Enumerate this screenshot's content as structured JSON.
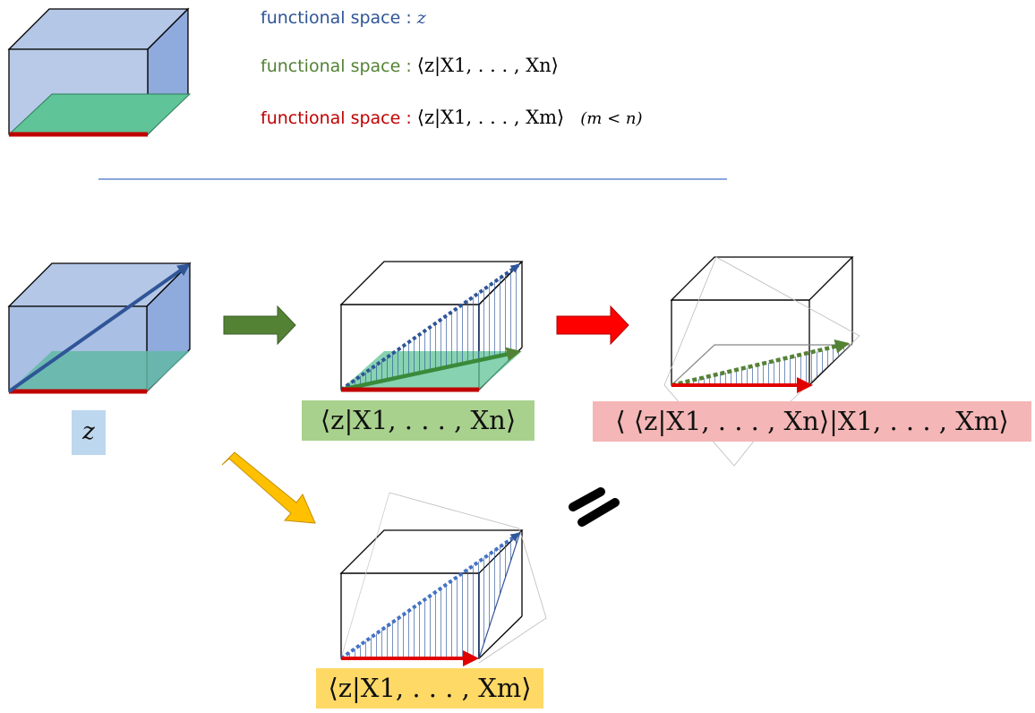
{
  "legend": {
    "prefix": "functional space : ",
    "items": [
      {
        "math": "z",
        "condition": "",
        "color": "#2F5597"
      },
      {
        "math": "⟨z|X1, . . . , Xn⟩",
        "condition": "",
        "color": "#548235"
      },
      {
        "math": "⟨z|X1, . . . , Xm⟩",
        "condition": "(m < n)",
        "color": "#C00000"
      }
    ]
  },
  "labels": {
    "z": "z",
    "green": "⟨z|X1, . . . , Xn⟩",
    "red": "⟨ ⟨z|X1, . . . , Xn⟩|X1, . . . , Xm⟩",
    "yellow": "⟨z|X1, . . . , Xm⟩",
    "equals_symbol": "="
  },
  "colors": {
    "cube_fill": "#B4C7E7",
    "cube_side": "#8FAADC",
    "plane_green": "#5FC497",
    "vector_blue": "#2F5597",
    "vector_red": "#E00000",
    "vector_green": "#548235",
    "arrow_green": "#548235",
    "arrow_red": "#FF0000",
    "arrow_yellow": "#FFC000",
    "label_bg_z": "#BDD7EE",
    "label_bg_green": "#A9D18E",
    "label_bg_red": "#F4B6B6",
    "label_bg_yellow": "#FFD966",
    "divider": "#4472C4"
  },
  "icons": {
    "green_arrow": "arrow-right-icon",
    "red_arrow": "arrow-right-icon",
    "yellow_arrow": "arrow-down-right-icon"
  }
}
